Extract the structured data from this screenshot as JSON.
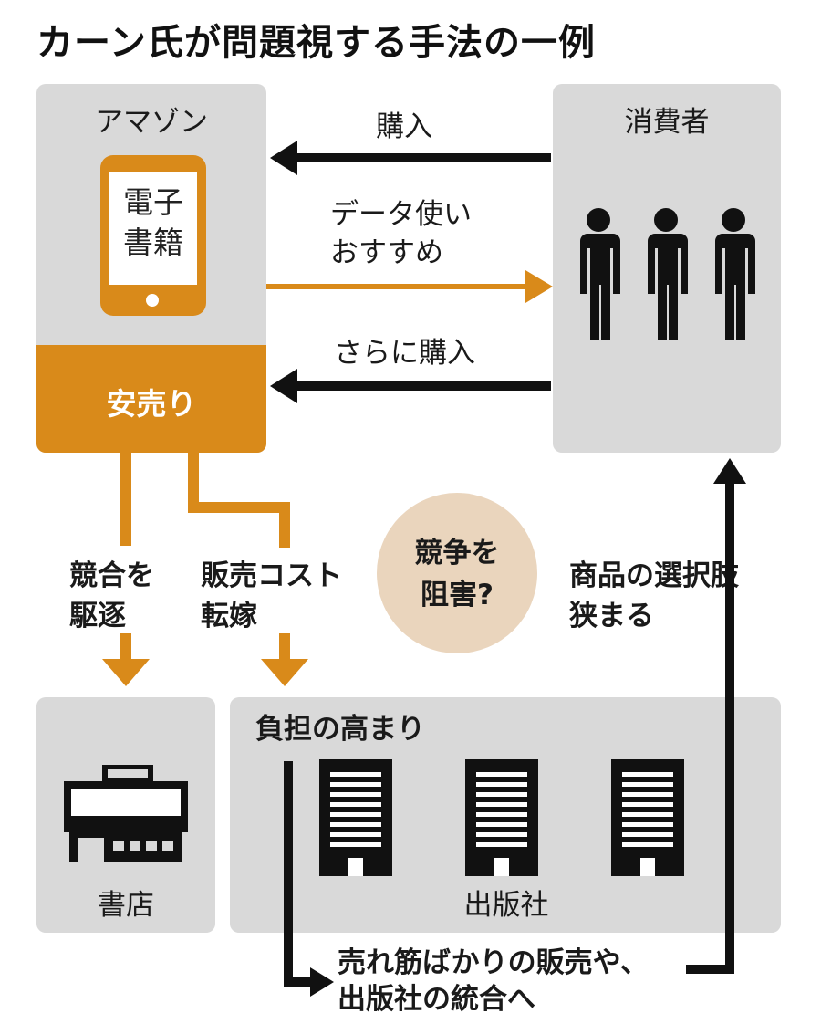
{
  "title": "カーン氏が問題視する手法の一例",
  "amazon": {
    "label": "アマゾン",
    "tablet_line1": "電子",
    "tablet_line2": "書籍",
    "cheap_label": "安売り"
  },
  "consumers": {
    "label": "消費者"
  },
  "flows": {
    "purchase": "購入",
    "data_line1": "データ使い",
    "data_line2": "おすすめ",
    "more_purchase": "さらに購入",
    "oust_line1": "競合を",
    "oust_line2": "駆逐",
    "cost_line1": "販売コスト",
    "cost_line2": "転嫁",
    "choice_line1": "商品の選択肢",
    "choice_line2": "狭まる",
    "bestseller_line1": "売れ筋ばかりの販売や、",
    "bestseller_line2": "出版社の統合へ"
  },
  "question": {
    "line1": "競争を",
    "line2": "阻害?"
  },
  "bookstore": {
    "label": "書店"
  },
  "publishers": {
    "burden": "負担の高まり",
    "label": "出版社"
  },
  "colors": {
    "orange": "#d98a1a",
    "panel_gray": "#d9d9d9",
    "circle_beige": "#ead5bd",
    "black": "#111111"
  },
  "icons": [
    "tablet-icon",
    "person-icon",
    "store-icon",
    "building-icon"
  ]
}
